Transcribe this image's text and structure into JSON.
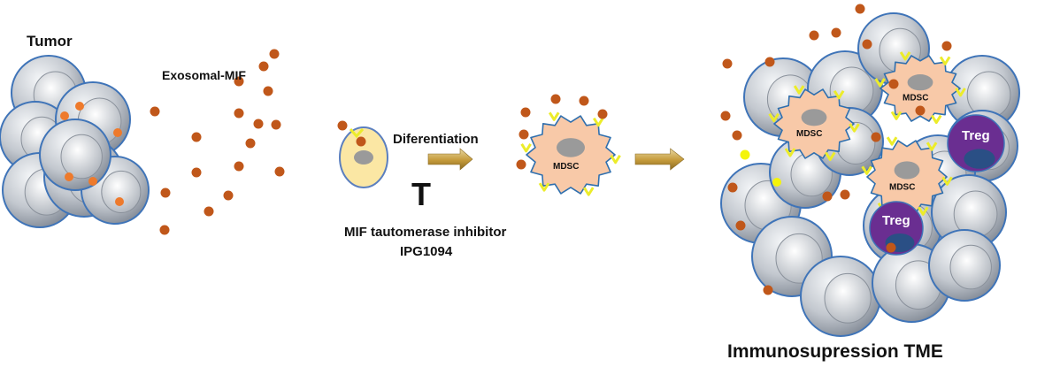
{
  "labels": {
    "tumor": "Tumor",
    "exosomal_mif": "Exosomal-MIF",
    "differentiation": "Diferentiation",
    "inhibitor_symbol": "T",
    "inhibitor_line1": "MIF  tautomerase inhibitor",
    "inhibitor_line2": "IPG1094",
    "mdsc": "MDSC",
    "treg": "Treg",
    "tme": "Immunosupression TME"
  },
  "colors": {
    "exosome": "#c0571a",
    "tumor_exosome": "#ee7a2c",
    "cell_fill": "#b9bec6",
    "cell_stroke": "#3f74b8",
    "nucleus": "#d8dce1",
    "mdsc_fill": "#f8c9a8",
    "mdsc_stroke": "#2f6fae",
    "mdsc_nucleus": "#9a9a9a",
    "treg": "#6a2e91",
    "treg_inner": "#2a4f85",
    "precursor_fill": "#fbe7a4",
    "precursor_stroke": "#5b7fbf",
    "receptor": "#ecec2a",
    "arrow": "#c29a3b",
    "dot_yellow": "#f4f40a"
  }
}
